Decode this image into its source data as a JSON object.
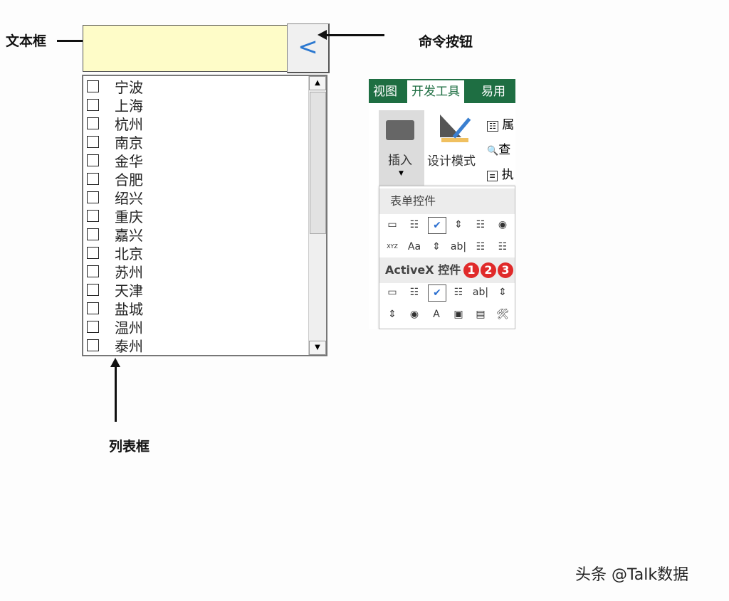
{
  "annotations": {
    "textbox_label": "文本框",
    "button_label": "命令按钮",
    "listbox_label": "列表框"
  },
  "command_button": {
    "label": "<"
  },
  "textbox": {
    "value": ""
  },
  "listbox": {
    "items": [
      "宁波",
      "上海",
      "杭州",
      "南京",
      "金华",
      "合肥",
      "绍兴",
      "重庆",
      "嘉兴",
      "北京",
      "苏州",
      "天津",
      "盐城",
      "温州",
      "泰州"
    ],
    "scroll_position": 0
  },
  "ribbon": {
    "tabs": [
      "视图",
      "开发工具",
      "易用宝"
    ],
    "active_tab": "开发工具",
    "insert_label": "插入",
    "design_mode_label": "设计模式",
    "side_items": [
      "属",
      "查",
      "执"
    ],
    "form_controls_header": "表单控件",
    "activex_header": "ActiveX 控件",
    "badges": [
      "1",
      "2",
      "3"
    ],
    "form_controls": [
      "▭",
      "☷",
      "✔",
      "⇕",
      "☷",
      "◉",
      "XYZ",
      "Aa",
      "⇕",
      "ab|",
      "☷",
      "☷"
    ],
    "activex_controls": [
      "▭",
      "☷",
      "✔",
      "☷",
      "ab|",
      "⇕",
      "⇕",
      "◉",
      "A",
      "▣",
      "▤",
      "🛠"
    ]
  },
  "watermark": "头条 @Talk数据"
}
